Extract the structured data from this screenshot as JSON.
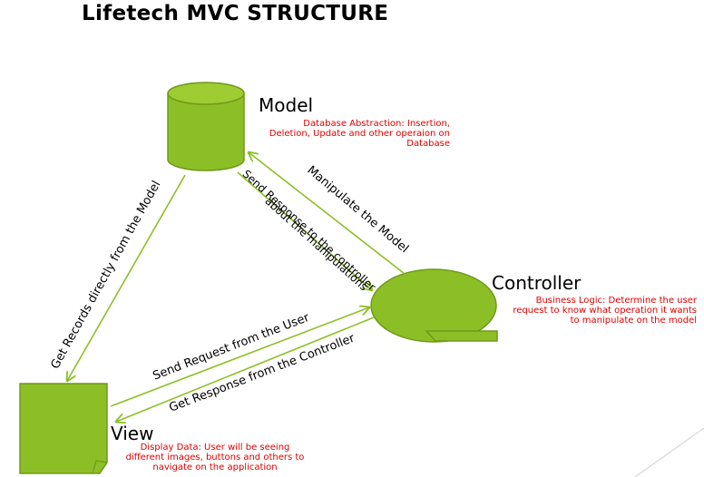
{
  "title": "Lifetech MVC STRUCTURE",
  "nodes": {
    "model": {
      "label": "Model",
      "description": [
        "Database Abstraction: Insertion,",
        "Deletion, Update and other operaion on",
        "Database"
      ]
    },
    "controller": {
      "label": "Controller",
      "description": [
        "Business Logic: Determine the user",
        "request to know what operation it wants",
        "to manipulate on the model"
      ]
    },
    "view": {
      "label": "View",
      "description": [
        "Display Data: User will be seeing",
        "different images, buttons and others to",
        "navigate on the application"
      ]
    }
  },
  "edges": {
    "model_to_view": "Get Records directly from the Model",
    "model_to_controller_line1": "Send Response to the controller",
    "model_to_controller_line2": "about the manipulations",
    "controller_to_model": "Manipulate the Model",
    "view_to_controller": "Send Request from the User",
    "controller_to_view": "Get Response from the Controller"
  },
  "colors": {
    "shape_fill": "#8cbf26",
    "shape_stroke": "#6e9a18",
    "arrow": "#8cbf26",
    "description_text": "#e00000"
  }
}
